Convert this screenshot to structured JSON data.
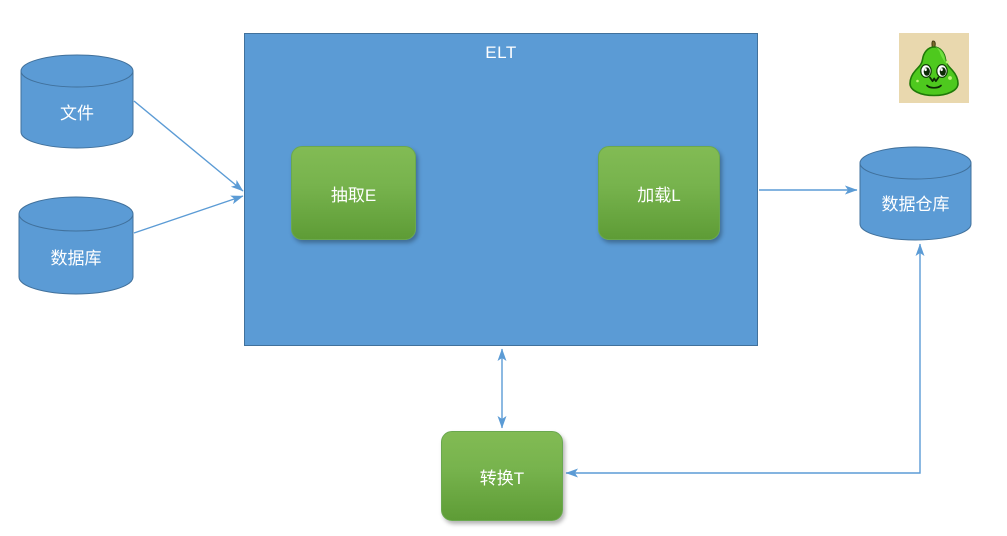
{
  "diagram": {
    "title": "ELT",
    "background_color": "#ffffff",
    "accent_blue": "#5b9bd5",
    "accent_blue_border": "#41719c",
    "accent_green": "#77b34d",
    "accent_green_border": "#6aa84f",
    "connector_color": "#5b9bd5",
    "nodes": {
      "source_file": {
        "label": "文件",
        "shape": "cylinder",
        "color": "#5b9bd5"
      },
      "source_database": {
        "label": "数据库",
        "shape": "cylinder",
        "color": "#5b9bd5"
      },
      "container": {
        "label": "ELT",
        "shape": "rectangle",
        "color": "#5b9bd5"
      },
      "extract": {
        "label": "抽取E",
        "shape": "rounded-rectangle",
        "color": "#77b34d"
      },
      "load": {
        "label": "加载L",
        "shape": "rounded-rectangle",
        "color": "#77b34d"
      },
      "transform": {
        "label": "转换T",
        "shape": "rounded-rectangle",
        "color": "#77b34d"
      },
      "warehouse": {
        "label": "数据仓库",
        "shape": "cylinder",
        "color": "#5b9bd5"
      }
    },
    "edges": [
      {
        "from": "文件",
        "to": "ELT",
        "direction": "one-way"
      },
      {
        "from": "数据库",
        "to": "ELT",
        "direction": "one-way"
      },
      {
        "from": "加载L",
        "to": "数据仓库",
        "direction": "one-way"
      },
      {
        "from": "ELT",
        "to": "转换T",
        "direction": "two-way"
      },
      {
        "from": "数据仓库",
        "to": "转换T",
        "direction": "one-way"
      }
    ],
    "mascot": {
      "name": "green-gourd-mascot",
      "background_color": "#e8d5a8",
      "body_color": "#4cc417"
    }
  }
}
